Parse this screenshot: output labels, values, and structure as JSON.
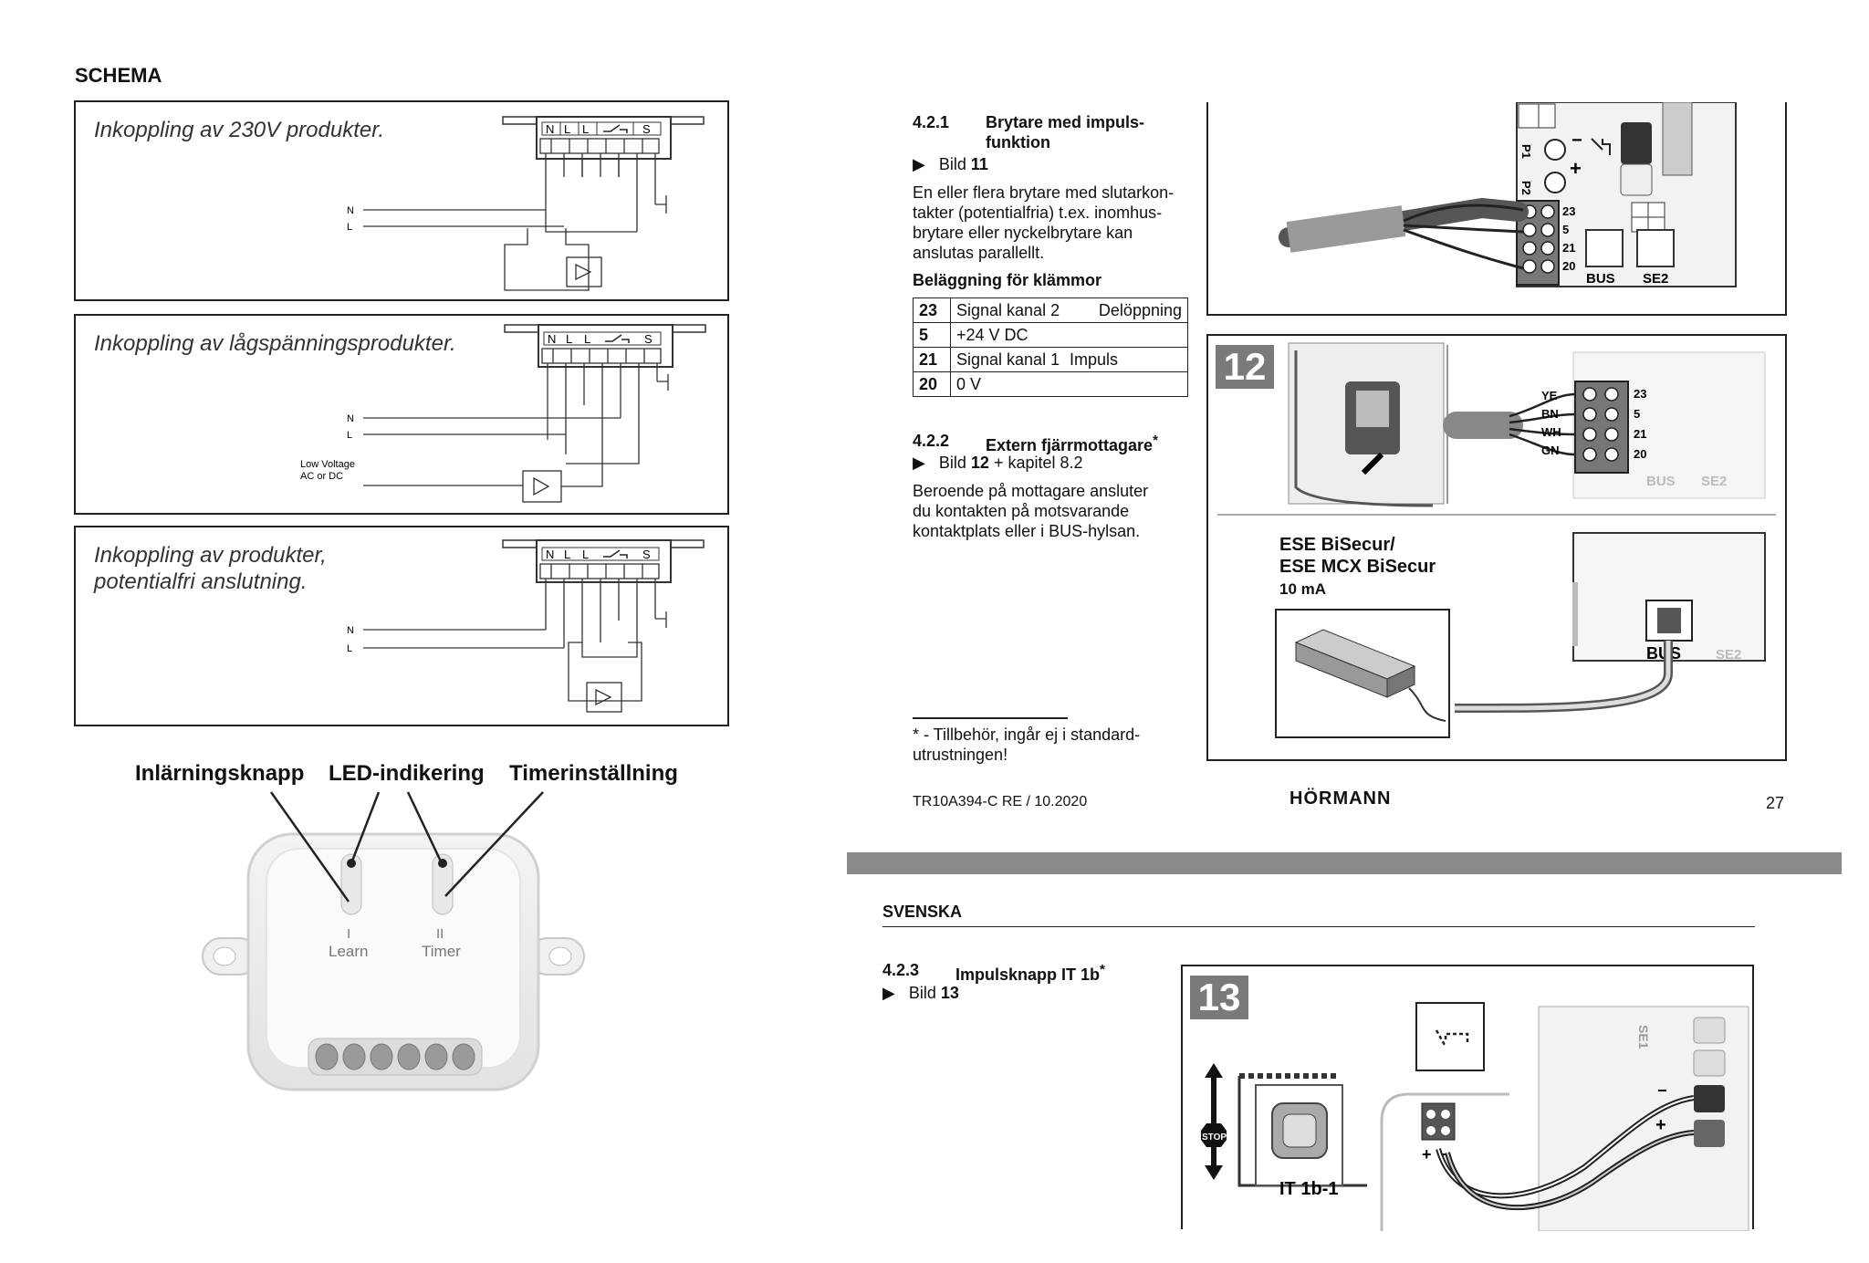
{
  "left": {
    "heading": "SCHEMA",
    "schema1_title": "Inkoppling av 230V produkter.",
    "schema2_title": "Inkoppling av lågspänningsprodukter.",
    "schema3_title_line1": "Inkoppling av produkter,",
    "schema3_title_line2": "potentialfri anslutning.",
    "terminal_labels": [
      "N",
      "L",
      "L",
      "S"
    ],
    "label_N": "N",
    "label_L": "L",
    "low_voltage_line1": "Low Voltage",
    "low_voltage_line2": "AC or DC",
    "device_labels": {
      "learn_btn": "Inlärningsknapp",
      "led": "LED-indikering",
      "timer": "Timerinställning"
    },
    "device_text": {
      "learn_numeral": "I",
      "learn": "Learn",
      "timer_numeral": "II",
      "timer": "Timer"
    }
  },
  "right_top": {
    "sec_421_num": "4.2.1",
    "sec_421_title_line1": "Brytare med impuls-",
    "sec_421_title_line2": "funktion",
    "bild11_prefix": "Bild",
    "bild11_num": "11",
    "para_421": [
      "En eller flera brytare med slutarkon-",
      "takter (potentialfria) t.ex. inomhus-",
      "brytare eller nyckelbrytare kan",
      "anslutas parallellt."
    ],
    "table_title": "Beläggning för klämmor",
    "table_rows": [
      {
        "k": "23",
        "v": "Signal kanal 2",
        "v2": "Delöppning"
      },
      {
        "k": "5",
        "v": "+24 V DC",
        "v2": ""
      },
      {
        "k": "21",
        "v": "Signal kanal 1",
        "v2": "Impuls"
      },
      {
        "k": "20",
        "v": "0 V",
        "v2": ""
      }
    ],
    "sec_422_num": "4.2.2",
    "sec_422_title": "Extern fjärrmottagare",
    "asterisk": "*",
    "bild12_prefix": "Bild",
    "bild12_num": "12",
    "bild12_suffix": "+ kapitel 8.2",
    "para_422": [
      "Beroende på mottagare ansluter",
      "du kontakten på motsvarande",
      "kontaktplats eller i BUS-hylsan."
    ],
    "footnote": [
      "* - Tillbehör, ingår ej i standard-",
      "utrustningen!"
    ],
    "footer_doc": "TR10A394-C  RE / 10.2020",
    "footer_brand": "HÖRMANN",
    "footer_page": "27",
    "fig12_label": "12",
    "fig12_wires": [
      "YE",
      "BN",
      "WH",
      "GN"
    ],
    "terminal_nums": [
      "23",
      "5",
      "21",
      "20"
    ],
    "bus": "BUS",
    "se2": "SE2",
    "p1": "P1",
    "p2": "P2",
    "ese_line1": "ESE BiSecur/",
    "ese_line2": "ESE MCX BiSecur",
    "ese_line3": "10 mA"
  },
  "right_bottom": {
    "lang": "SVENSKA",
    "sec_423_num": "4.2.3",
    "sec_423_title": "Impulsknapp IT 1b",
    "asterisk": "*",
    "bild13_prefix": "Bild",
    "bild13_num": "13",
    "fig13_label": "13",
    "stop": "STOP",
    "it1b": "IT 1b-1",
    "se1": "SE1",
    "plus": "+",
    "minus": "−"
  },
  "colors": {
    "divider_bar": "#8a8a8a",
    "figure_label_bg": "#7a7a7a"
  }
}
